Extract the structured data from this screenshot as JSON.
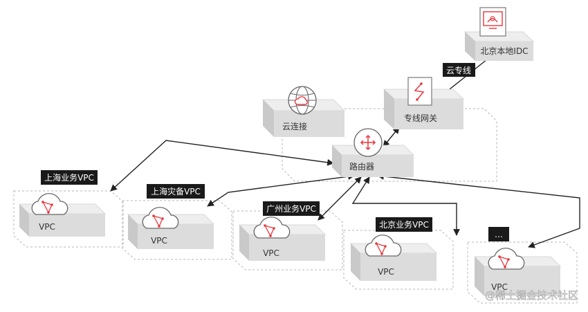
{
  "nodes": {
    "beijing_idc": "北京本地IDC",
    "dedicated_gateway": "专线网关",
    "cloud_connect": "云连接",
    "router": "路由器"
  },
  "tags": {
    "cloud_line": "云专线",
    "shanghai_business_vpc": "上海业务VPC",
    "shanghai_dr_vpc": "上海灾备VPC",
    "guangzhou_business_vpc": "广州业务VPC",
    "beijing_business_vpc": "北京业务VPC",
    "more_vpc": "…"
  },
  "vpc_label": "VPC",
  "watermark": "@稀土掘金技术社区",
  "colors": {
    "accent": "#e8363d",
    "tag_bg": "#1a1a1a",
    "box_top": "#eeeeee",
    "box_front": "#dcdcdc",
    "box_side": "#c9c9c9",
    "dash": "#b5b5b5",
    "edge": "#222222"
  }
}
